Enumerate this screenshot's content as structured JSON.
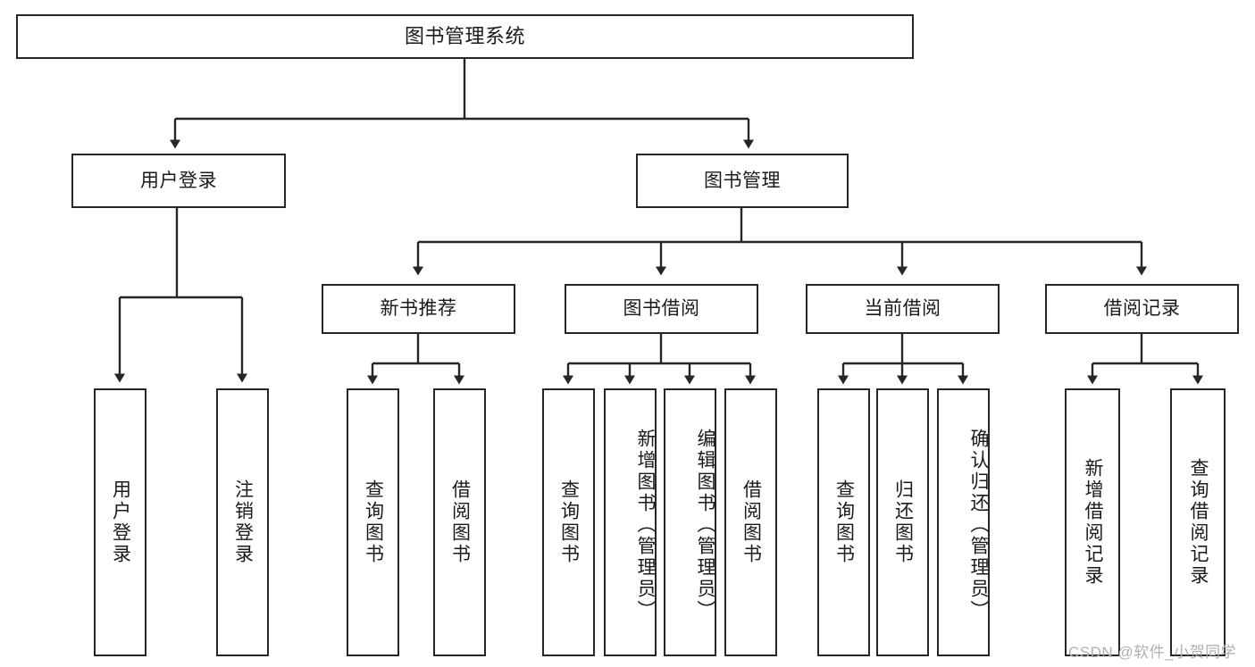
{
  "diagram": {
    "type": "tree-hierarchy",
    "title": "图书管理系统",
    "root": {
      "label": "图书管理系统"
    },
    "level2": [
      {
        "label": "用户登录"
      },
      {
        "label": "图书管理"
      }
    ],
    "level3": [
      {
        "label": "新书推荐"
      },
      {
        "label": "图书借阅"
      },
      {
        "label": "当前借阅"
      },
      {
        "label": "借阅记录"
      }
    ],
    "leaves": {
      "user_login": [
        {
          "label": "用户登录"
        },
        {
          "label": "注销登录"
        }
      ],
      "new_book_recommend": [
        {
          "label": "查询图书"
        },
        {
          "label": "借阅图书"
        }
      ],
      "book_borrow": [
        {
          "label": "查询图书"
        },
        {
          "label": "新增图书（管理员）"
        },
        {
          "label": "编辑图书（管理员）"
        },
        {
          "label": "借阅图书"
        }
      ],
      "current_borrow": [
        {
          "label": "查询图书"
        },
        {
          "label": "归还图书"
        },
        {
          "label": "确认归还（管理员）"
        }
      ],
      "borrow_record": [
        {
          "label": "新增借阅记录"
        },
        {
          "label": "查询借阅记录"
        }
      ]
    }
  },
  "watermark": {
    "text": "CSDN @软件_小贺同学"
  },
  "colors": {
    "stroke": "#262626",
    "background": "#ffffff",
    "text": "#1a1a1a",
    "watermark": "#b0b0b0"
  }
}
